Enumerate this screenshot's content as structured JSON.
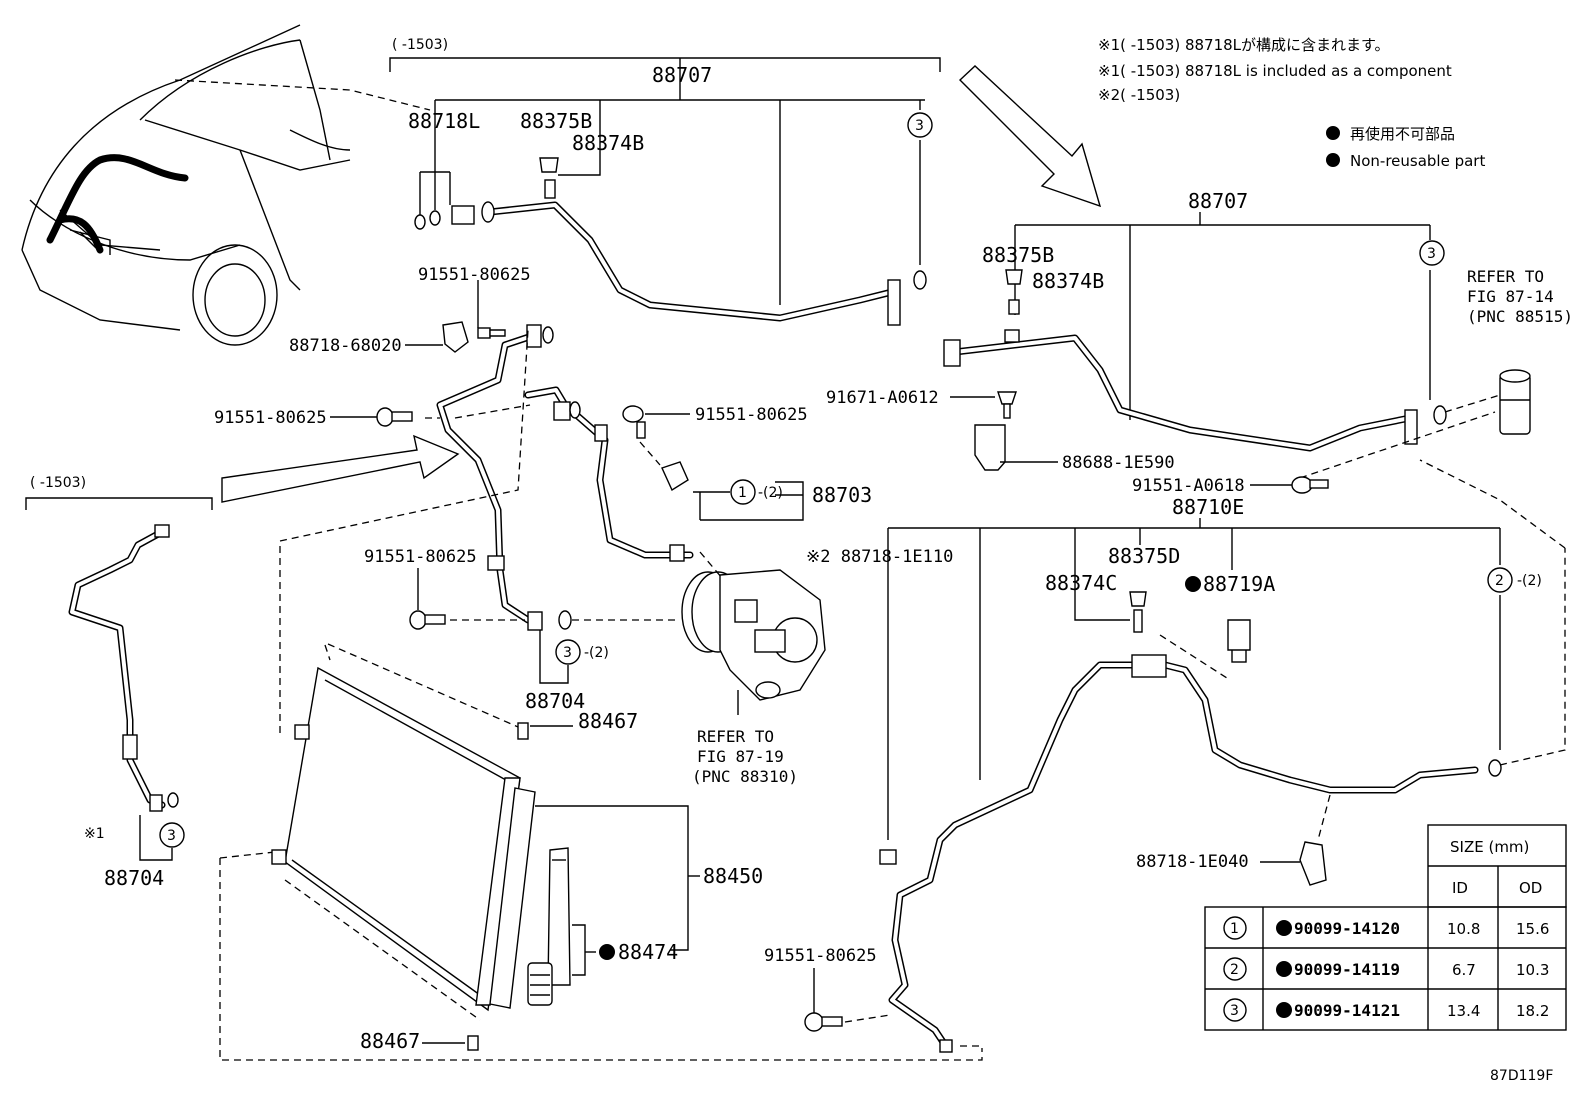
{
  "notes": {
    "ja_note1": "※1(      -1503) 88718Lが構成に含まれます。",
    "en_note1": "※1(      -1503) 88718L is included as a component",
    "note2": "※2(      -1503)",
    "legend_ja": "再使用不可部品",
    "legend_en": "Non-reusable part"
  },
  "brackets": {
    "top_range": "(      -1503)",
    "left_range": "(      -1503)"
  },
  "labels": {
    "p88707_top": "88707",
    "p88718L": "88718L",
    "p88375B_top": "88375B",
    "p88374B_top": "88374B",
    "c3_top": "3",
    "p91551_80625_a": "91551-80625",
    "p88718_68020": "88718-68020",
    "p91551_80625_b": "91551-80625",
    "p91551_80625_c": "91551-80625",
    "p88703": "88703",
    "c1_88703": "1",
    "c1_qty": "-(2)",
    "p91551_80625_d": "91551-80625",
    "c3_88704": "3",
    "c3_qty": "-(2)",
    "p88704_mid": "88704",
    "p88467_top": "88467",
    "p88450": "88450",
    "p88474": "88474",
    "p88467_bot": "88467",
    "p88704_left": "88704",
    "c3_left": "3",
    "star1": "※1",
    "p88707_right": "88707",
    "p88375B_right": "88375B",
    "p88374B_right": "88374B",
    "c3_right": "3",
    "p91671_A0612": "91671-A0612",
    "p88688_1E590": "88688-1E590",
    "p91551_A0618": "91551-A0618",
    "p88710E": "88710E",
    "p88718_1E110": "※2 88718-1E110",
    "p88375D": "88375D",
    "p88374C": "88374C",
    "p88719A": "88719A",
    "c2_right": "2",
    "c2_qty": "-(2)",
    "p88718_1E040": "88718-1E040",
    "p91551_80625_e": "91551-80625",
    "fig_id": "87D119F"
  },
  "refs": {
    "ref_88515_l1": "REFER TO",
    "ref_88515_l2": "FIG 87-14",
    "ref_88515_l3": "(PNC 88515)",
    "ref_88310_l1": "REFER TO",
    "ref_88310_l2": "FIG 87-19",
    "ref_88310_l3": "(PNC 88310)"
  },
  "size_table": {
    "title": "SIZE (mm)",
    "col_id": "ID",
    "col_od": "OD",
    "rows": [
      {
        "num": "1",
        "part": "90099-14120",
        "id": "10.8",
        "od": "15.6"
      },
      {
        "num": "2",
        "part": "90099-14119",
        "id": "6.7",
        "od": "10.3"
      },
      {
        "num": "3",
        "part": "90099-14121",
        "id": "13.4",
        "od": "18.2"
      }
    ]
  }
}
